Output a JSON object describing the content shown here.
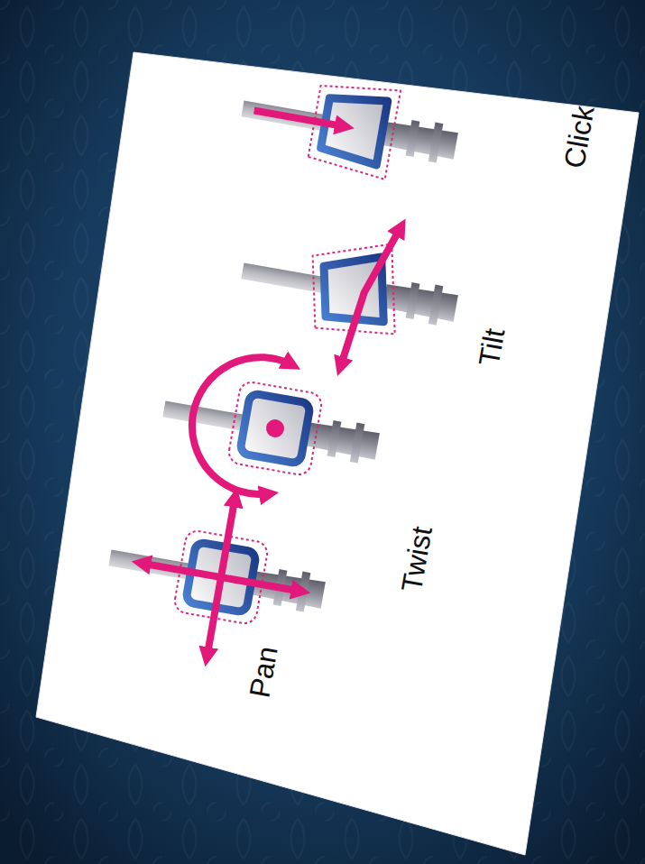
{
  "diagram": {
    "labels": [
      "Pan",
      "Twist",
      "Tilt",
      "Click"
    ]
  }
}
